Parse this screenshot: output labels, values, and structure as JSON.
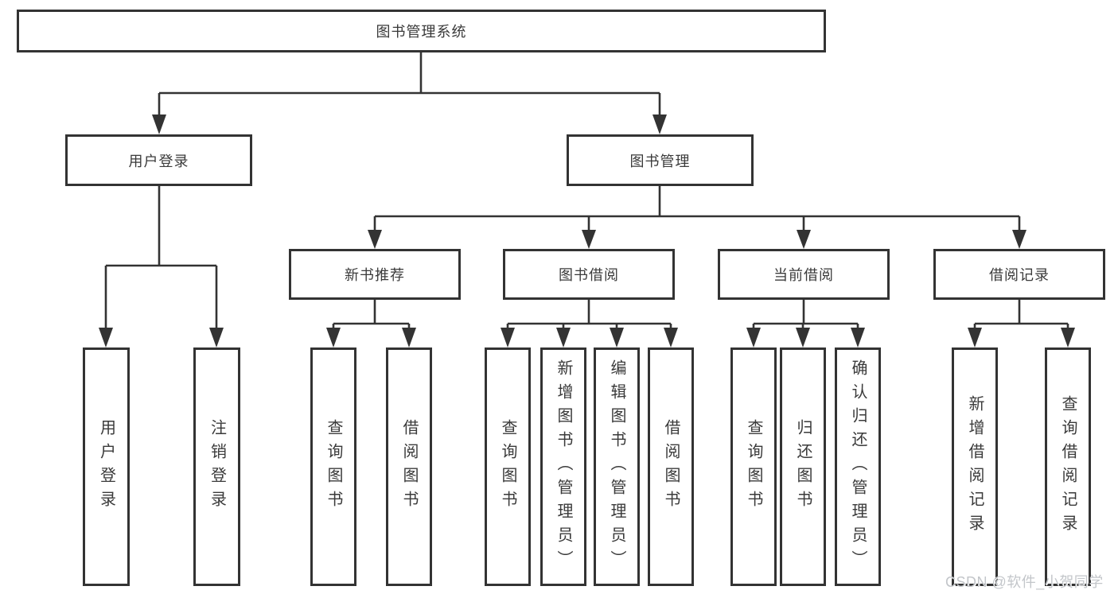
{
  "diagram": {
    "root": {
      "label": "图书管理系统"
    },
    "level1": [
      {
        "label": "用户登录"
      },
      {
        "label": "图书管理"
      }
    ],
    "level2": [
      {
        "label": "新书推荐",
        "parent": "图书管理"
      },
      {
        "label": "图书借阅",
        "parent": "图书管理"
      },
      {
        "label": "当前借阅",
        "parent": "图书管理"
      },
      {
        "label": "借阅记录",
        "parent": "图书管理"
      }
    ],
    "leaves": [
      {
        "label": "用户登录",
        "parent": "用户登录"
      },
      {
        "label": "注销登录",
        "parent": "用户登录"
      },
      {
        "label": "查询图书",
        "parent": "新书推荐"
      },
      {
        "label": "借阅图书",
        "parent": "新书推荐"
      },
      {
        "label": "查询图书",
        "parent": "图书借阅"
      },
      {
        "label": "新增图书（管理员）",
        "parent": "图书借阅"
      },
      {
        "label": "编辑图书（管理员）",
        "parent": "图书借阅"
      },
      {
        "label": "借阅图书",
        "parent": "图书借阅"
      },
      {
        "label": "查询图书",
        "parent": "当前借阅"
      },
      {
        "label": "归还图书",
        "parent": "当前借阅"
      },
      {
        "label": "确认归还（管理员）",
        "parent": "当前借阅"
      },
      {
        "label": "新增借阅记录",
        "parent": "借阅记录"
      },
      {
        "label": "查询借阅记录",
        "parent": "借阅记录"
      }
    ]
  },
  "watermark": {
    "text": "CSDN @软件_小贺同学"
  },
  "colors": {
    "line": "#333333",
    "border": "#333333",
    "text": "#3a3a3a",
    "background": "#ffffff",
    "watermark": "#c3c6ca"
  }
}
